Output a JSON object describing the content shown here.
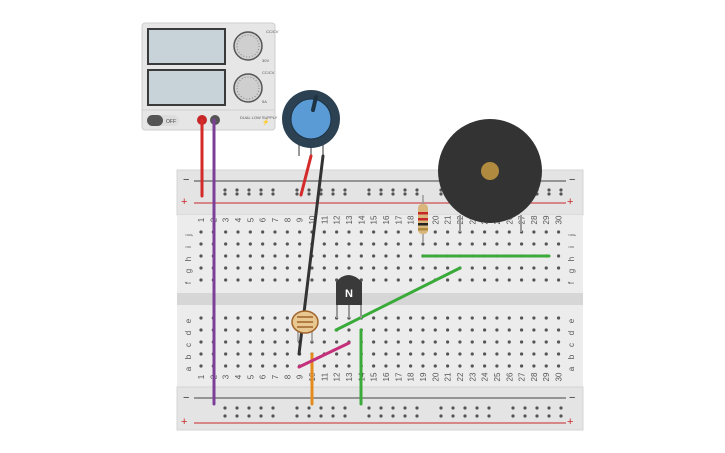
{
  "power_supply": {
    "switch_label": "OFF",
    "knob1_top_label": "CC/CV",
    "knob1_mid_label": "30V",
    "knob2_top_label": "CC/CV",
    "knob2_mid_label": "5A",
    "brand": "DUAL LOW SUPPLY",
    "lightning": "⚡"
  },
  "breadboard": {
    "columns": [
      "1",
      "2",
      "3",
      "4",
      "5",
      "6",
      "7",
      "8",
      "9",
      "10",
      "11",
      "12",
      "13",
      "14",
      "15",
      "16",
      "17",
      "18",
      "19",
      "20",
      "21",
      "22",
      "23",
      "24",
      "25",
      "26",
      "27",
      "28",
      "29",
      "30"
    ],
    "rows_top": [
      "j",
      "i",
      "h",
      "g",
      "f"
    ],
    "rows_bottom": [
      "e",
      "d",
      "c",
      "b",
      "a"
    ],
    "rail_minus": "−",
    "rail_plus": "+"
  },
  "transistor": {
    "label": "N"
  },
  "colors": {
    "wire_red": "#d42a2a",
    "wire_purple": "#7b3f9a",
    "wire_black": "#333333",
    "wire_green": "#3aaa3a",
    "wire_orange": "#e38b1b",
    "wire_magenta": "#c4307a",
    "pot_blue": "#5b9bd5",
    "buzzer": "#333333"
  }
}
